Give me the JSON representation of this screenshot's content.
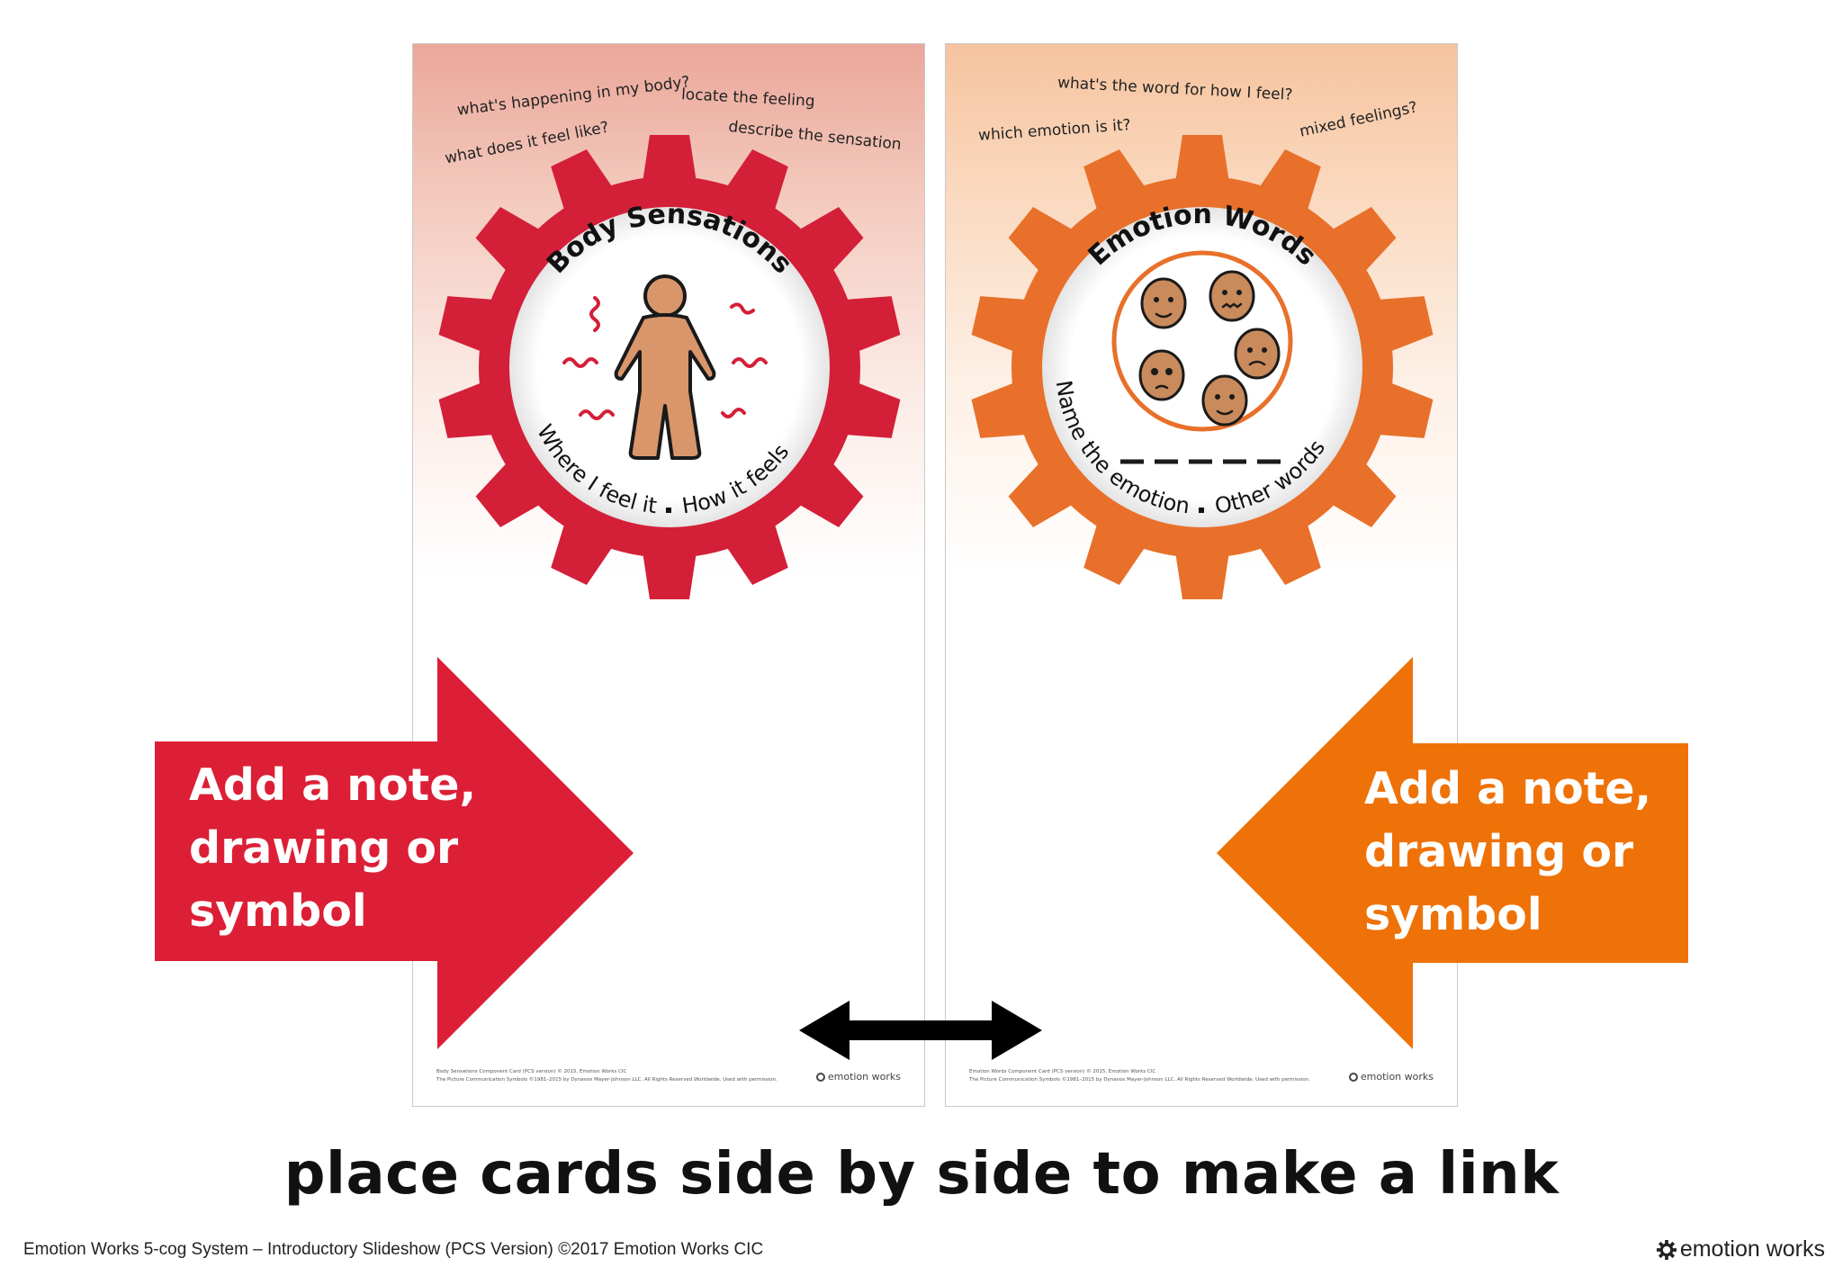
{
  "body_card": {
    "title": "Body Sensations",
    "subtitle_left": "Where I feel it",
    "subtitle_right": "How it feels",
    "prompts": [
      "what's happening in my body?",
      "locate the feeling",
      "what does it feel like?",
      "describe the sensation"
    ],
    "fine_print": [
      "Body Sensations Component Card (PCS version) © 2015, Emotion Works CIC",
      "The Picture Communication Symbols ©1981–2015 by Dynavox Mayer-Johnson LLC. All Rights Reserved Worldwide. Used with permission."
    ],
    "logo": "emotion works",
    "color": "#d41f38"
  },
  "emotion_card": {
    "title": "Emotion Words",
    "subtitle_left": "Name the emotion",
    "subtitle_right": "Other words",
    "prompts": [
      "what's the word for how I feel?",
      "which emotion is it?",
      "mixed feelings?"
    ],
    "fine_print": [
      "Emotion Words Component Card (PCS version) © 2015, Emotion Works CIC",
      "The Picture Communication Symbols ©1981–2015 by Dynavox Mayer-Johnson LLC. All Rights Reserved Worldwide. Used with permission."
    ],
    "logo": "emotion works",
    "color": "#e8702a"
  },
  "left_arrow": {
    "lines": [
      "Add a note,",
      "drawing or",
      "symbol"
    ],
    "color": "#dc1f36"
  },
  "right_arrow": {
    "lines": [
      "Add a note,",
      "drawing or",
      "symbol"
    ],
    "color": "#ee7208"
  },
  "caption": "place cards side by side to make a link",
  "footer": "Emotion Works 5-cog System – Introductory Slideshow (PCS Version) ©2017 Emotion Works CIC",
  "brand": "emotion works",
  "icons": [
    "gear-icon",
    "body-figure-icon",
    "faces-icon",
    "double-arrow-icon",
    "cog-logo-icon"
  ]
}
